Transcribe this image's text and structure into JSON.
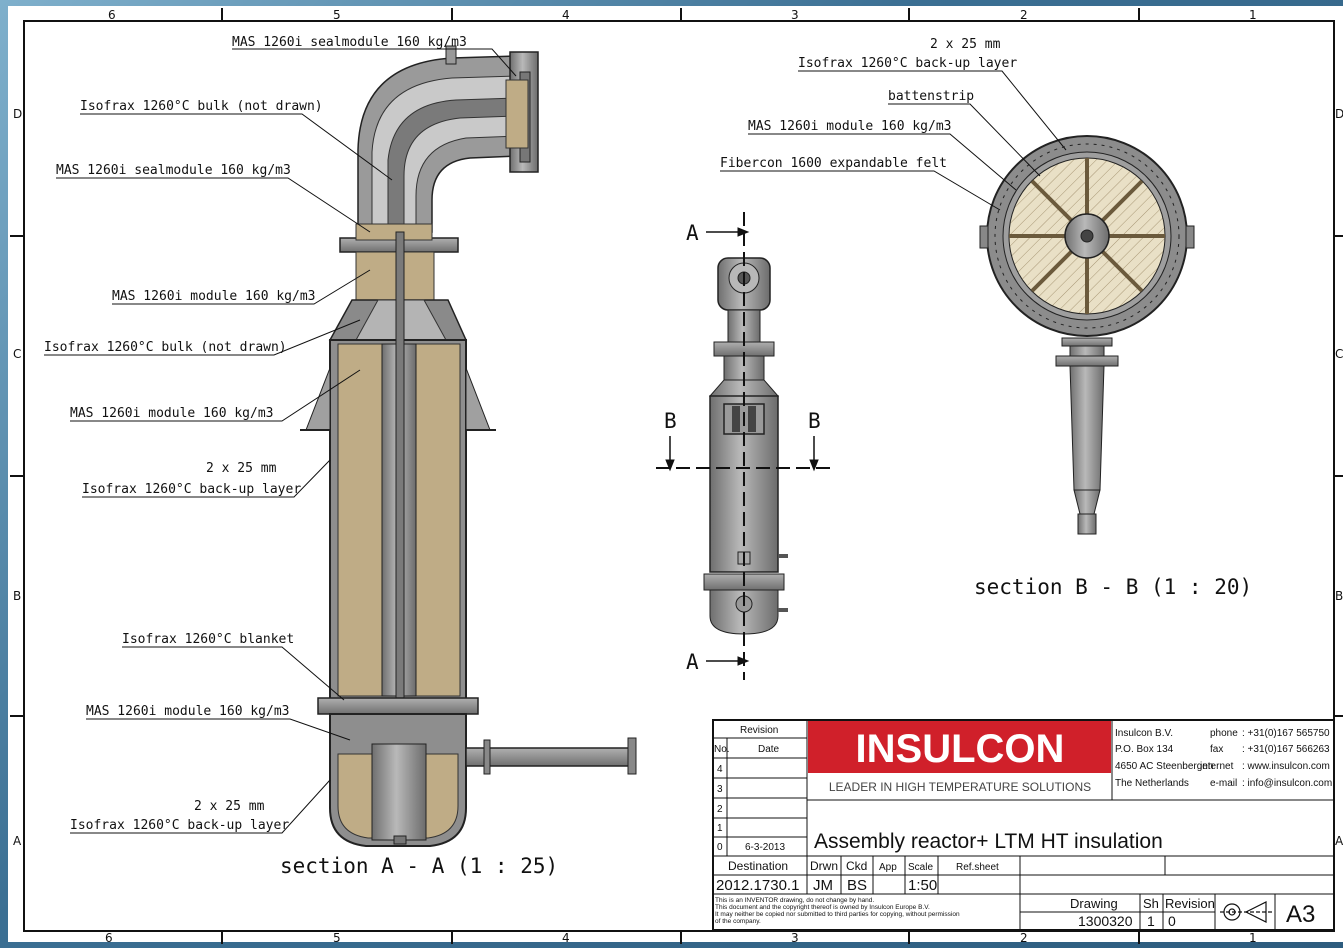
{
  "grid": {
    "columns": [
      "6",
      "5",
      "4",
      "3",
      "2",
      "1"
    ],
    "rows_left": [
      "D",
      "C",
      "B",
      "A"
    ],
    "rows_right": [
      "D",
      "C",
      "B",
      "A"
    ]
  },
  "section_a": {
    "title": "section A - A (1 : 25)",
    "labels": {
      "sealmodule_top": "MAS 1260i sealmodule 160 kg/m3",
      "bulk_top": "Isofrax 1260°C bulk (not drawn)",
      "sealmodule_mid": "MAS 1260i sealmodule 160 kg/m3",
      "module_1": "MAS 1260i module 160 kg/m3",
      "bulk_mid": "Isofrax 1260°C bulk (not drawn)",
      "module_2": "MAS 1260i module 160 kg/m3",
      "backup_1_dim": "2 x 25 mm",
      "backup_1": "Isofrax 1260°C back-up layer",
      "blanket": "Isofrax 1260°C blanket",
      "module_3": "MAS 1260i module 160 kg/m3",
      "backup_2_dim": "2 x 25 mm",
      "backup_2": "Isofrax 1260°C back-up layer"
    }
  },
  "section_b": {
    "title": "section B - B (1 : 20)",
    "labels": {
      "dim": "2 x 25 mm",
      "backup": "Isofrax 1260°C back-up layer",
      "battenstrip": "battenstrip",
      "module": "MAS 1260i module 160 kg/m3",
      "felt": "Fibercon 1600 expandable felt"
    }
  },
  "side_view": {
    "markers": {
      "a_top": "A",
      "a_bottom": "A",
      "b_left": "B",
      "b_right": "B"
    }
  },
  "title_block": {
    "revision_header": "Revision",
    "col_no": "No.",
    "col_date": "Date",
    "rev_rows": [
      {
        "no": "4",
        "date": ""
      },
      {
        "no": "3",
        "date": ""
      },
      {
        "no": "2",
        "date": ""
      },
      {
        "no": "1",
        "date": ""
      },
      {
        "no": "0",
        "date": "6-3-2013"
      }
    ],
    "logo": "INSULCON",
    "tagline": "LEADER IN HIGH TEMPERATURE SOLUTIONS",
    "company": [
      "Insulcon B.V.",
      "P.O. Box 134",
      "4650 AC Steenbergen",
      "The Netherlands"
    ],
    "contacts": [
      {
        "key": "phone",
        "value": ": +31(0)167 565750"
      },
      {
        "key": "fax",
        "value": ": +31(0)167 566263"
      },
      {
        "key": "internet",
        "value": ": www.insulcon.com"
      },
      {
        "key": "e-mail",
        "value": ": info@insulcon.com"
      }
    ],
    "drawing_title": "Assembly reactor+ LTM HT insulation",
    "headers": {
      "destination": "Destination",
      "drwn": "Drwn",
      "ckd": "Ckd",
      "app": "App",
      "scale": "Scale",
      "refsheet": "Ref.sheet",
      "drawing": "Drawing",
      "sh": "Sh",
      "revision": "Revision"
    },
    "values": {
      "destination": "2012.1730.1",
      "drwn": "JM",
      "ckd": "BS",
      "app": "",
      "scale": "1:50",
      "drawing": "1300320",
      "sh": "1",
      "revision": "0",
      "format": "A3"
    },
    "disclaimer": [
      "This is an INVENTOR drawing, do not change by hand.",
      "This document and the copyright thereof is owned by Insulcon Europe B.V.",
      "It may neither be copied nor submitted to third parties for copying, without permission",
      "of the company."
    ]
  },
  "colors": {
    "insulation": "#bfac86",
    "steel": "#8c8c8c",
    "logo_red": "#d0202a",
    "sheet": "#ffffff"
  }
}
